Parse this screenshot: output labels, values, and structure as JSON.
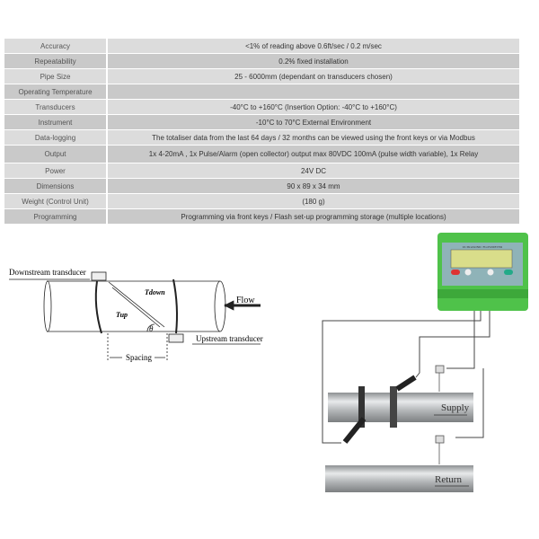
{
  "spec_table": [
    {
      "label": "Accuracy",
      "value": "<1% of reading above 0.6ft/sec / 0.2 m/sec"
    },
    {
      "label": "Repeatability",
      "value": "0.2% fixed installation"
    },
    {
      "label": "Pipe Size",
      "value": "25 - 6000mm (dependant on transducers chosen)"
    },
    {
      "label": "Operating Temperature",
      "value": ""
    },
    {
      "label": "Transducers",
      "value": "-40°C to +160°C (Insertion Option: -40°C to +160°C)"
    },
    {
      "label": "Instrument",
      "value": "-10°C to 70°C External Environment"
    },
    {
      "label": "Data-logging",
      "value": "The totaliser data from  the last 64 days / 32 months can be viewed using the front keys or via Modbus"
    },
    {
      "label": "Output",
      "value": "1x 4-20mA , 1x Pulse/Alarm (open collector) output max 80VDC 100mA  (pulse width variable), 1x Relay"
    },
    {
      "label": "Power",
      "value": "24V DC"
    },
    {
      "label": "Dimensions",
      "value": "90 x 89 x 34 mm"
    },
    {
      "label": "Weight (Control Unit)",
      "value": "(180 g)"
    },
    {
      "label": "Programming",
      "value": "Programming via front keys / Flash set-up programming storage (multiple locations)"
    }
  ],
  "diagram_left": {
    "downstream": "Downstream transducer",
    "upstream": "Upstream transducer",
    "flow": "Flow",
    "spacing": "Spacing",
    "tdown": "Tdown",
    "tup": "Tup",
    "theta": "θ"
  },
  "diagram_right": {
    "device_title": "ULTRASONIC FLOWMETER",
    "supply": "Supply",
    "return": "Return"
  },
  "colors": {
    "device_green": "#4fc24a",
    "screen": "#d9dd8a",
    "pipe": "#b9bcbe"
  }
}
